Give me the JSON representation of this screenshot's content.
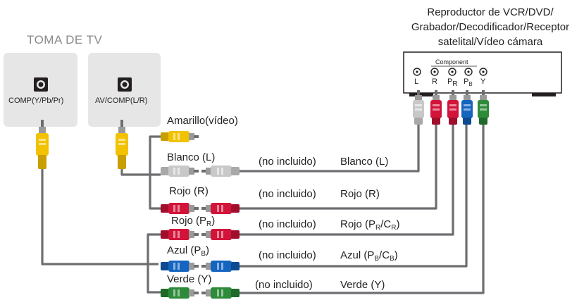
{
  "device_title": {
    "line1": "Reproductor de VCR/DVD/",
    "line2": "Grabador/Decodificador/Receptor",
    "line3": "satelital/Vídeo cámara"
  },
  "device": {
    "component_label": "Component",
    "jacks": [
      {
        "letter": "L",
        "sub": "",
        "color": "#c8c8c8"
      },
      {
        "letter": "R",
        "sub": "",
        "color": "#d2143a"
      },
      {
        "letter": "P",
        "sub": "R",
        "color": "#d2143a"
      },
      {
        "letter": "P",
        "sub": "B",
        "color": "#1565c0"
      },
      {
        "letter": "Y",
        "sub": "",
        "color": "#2e8b3a"
      }
    ]
  },
  "tv": {
    "title": "TOMA DE TV",
    "jack1_label": "COMP(Y/Pb/Pr)",
    "jack2_label": "AV/COMP(L/R)"
  },
  "left_labels": {
    "yellow": "Amarillo(vídeo)",
    "white": "Blanco (L)",
    "red": "Rojo (R)",
    "pr_main": "Rojo (P",
    "pr_sub": "R",
    "pr_end": ")",
    "pb_main": "Azul (P",
    "pb_sub": "B",
    "pb_end": ")",
    "green": "Verde (Y)"
  },
  "not_included": "(no incluido)",
  "right_labels": {
    "white": "Blanco (L)",
    "red": "Rojo (R)",
    "pr_main": "Rojo (P",
    "pr_sub1": "R",
    "pr_mid": "/C",
    "pr_sub2": "R",
    "pr_end": ")",
    "pb_main": "Azul (P",
    "pb_sub1": "B",
    "pb_mid": "/C",
    "pb_sub2": "B",
    "pb_end": ")",
    "green": "Verde (Y)"
  },
  "colors": {
    "yellow": "#f2c200",
    "white": "#c8c8c8",
    "red": "#d2143a",
    "blue": "#1565c0",
    "green": "#2e8b3a",
    "cable": "#6d6e71",
    "tv_panel": "#e6e6e6"
  }
}
